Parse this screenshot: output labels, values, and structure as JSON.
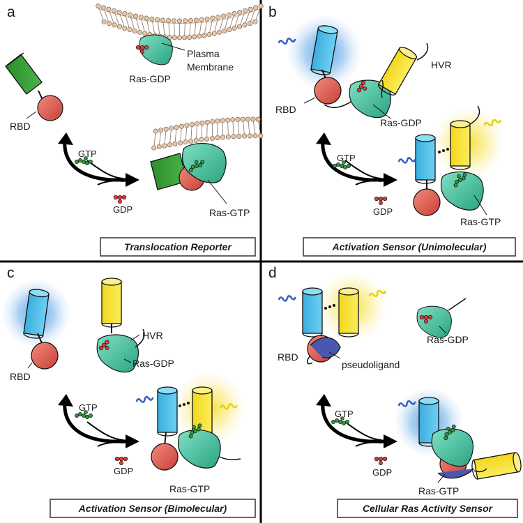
{
  "panels": {
    "a": {
      "letter": "a",
      "title": "Translocation Reporter",
      "labels": {
        "plasma": "Plasma",
        "membrane": "Membrane",
        "ras_gdp": "Ras-GDP",
        "rbd": "RBD",
        "gtp": "GTP",
        "gdp": "GDP",
        "ras_gtp": "Ras-GTP"
      }
    },
    "b": {
      "letter": "b",
      "title": "Activation Sensor (Unimolecular)",
      "labels": {
        "hvr": "HVR",
        "rbd": "RBD",
        "ras_gdp": "Ras-GDP",
        "gtp": "GTP",
        "gdp": "GDP",
        "ras_gtp": "Ras-GTP"
      }
    },
    "c": {
      "letter": "c",
      "title": "Activation Sensor (Bimolecular)",
      "labels": {
        "hvr": "HVR",
        "rbd": "RBD",
        "ras_gdp": "Ras-GDP",
        "gtp": "GTP",
        "gdp": "GDP",
        "ras_gtp": "Ras-GTP"
      }
    },
    "d": {
      "letter": "d",
      "title": "Cellular Ras Activity Sensor",
      "labels": {
        "ras_gdp": "Ras-GDP",
        "rbd": "RBD",
        "pseudoligand": "pseudoligand",
        "gtp": "GTP",
        "gdp": "GDP",
        "ras_gtp": "Ras-GTP"
      }
    }
  },
  "colors": {
    "ras": "#3fba98",
    "rbd": "#d9564e",
    "cfp": "#43b8e6",
    "yfp": "#f7e12c",
    "green_tag": "#3c9e3c",
    "membrane_head": "#e6c6a9",
    "pseudoligand": "#4a57b0"
  }
}
